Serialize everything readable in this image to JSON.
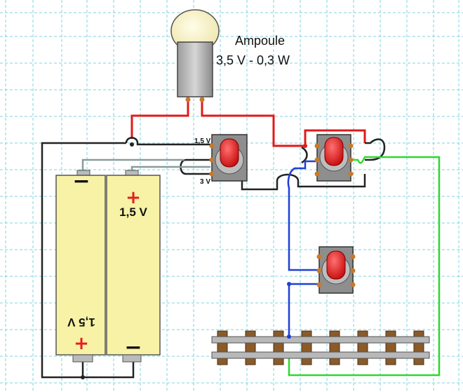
{
  "bulb": {
    "name": "Ampoule",
    "rating": "3,5 V - 0,3 W"
  },
  "selector": {
    "label_top": "1,5 V",
    "label_bottom": "3 V"
  },
  "battery_right": {
    "plus": "+",
    "voltage": "1,5 V",
    "minus": "−"
  },
  "battery_left": {
    "minus": "−",
    "voltage": "1,5 V",
    "plus": "+"
  },
  "colors": {
    "grid": "#7fd3df",
    "wire_red": "#e01a1a",
    "wire_black": "#222222",
    "wire_grey": "#8a9a9a",
    "wire_blue": "#1f3fd6",
    "wire_green": "#2ed82e",
    "battery_fill": "#f8f2a6",
    "rail": "#b8b8b8",
    "sleeper": "#8a5a2a",
    "switch_knob": "#e32020"
  }
}
